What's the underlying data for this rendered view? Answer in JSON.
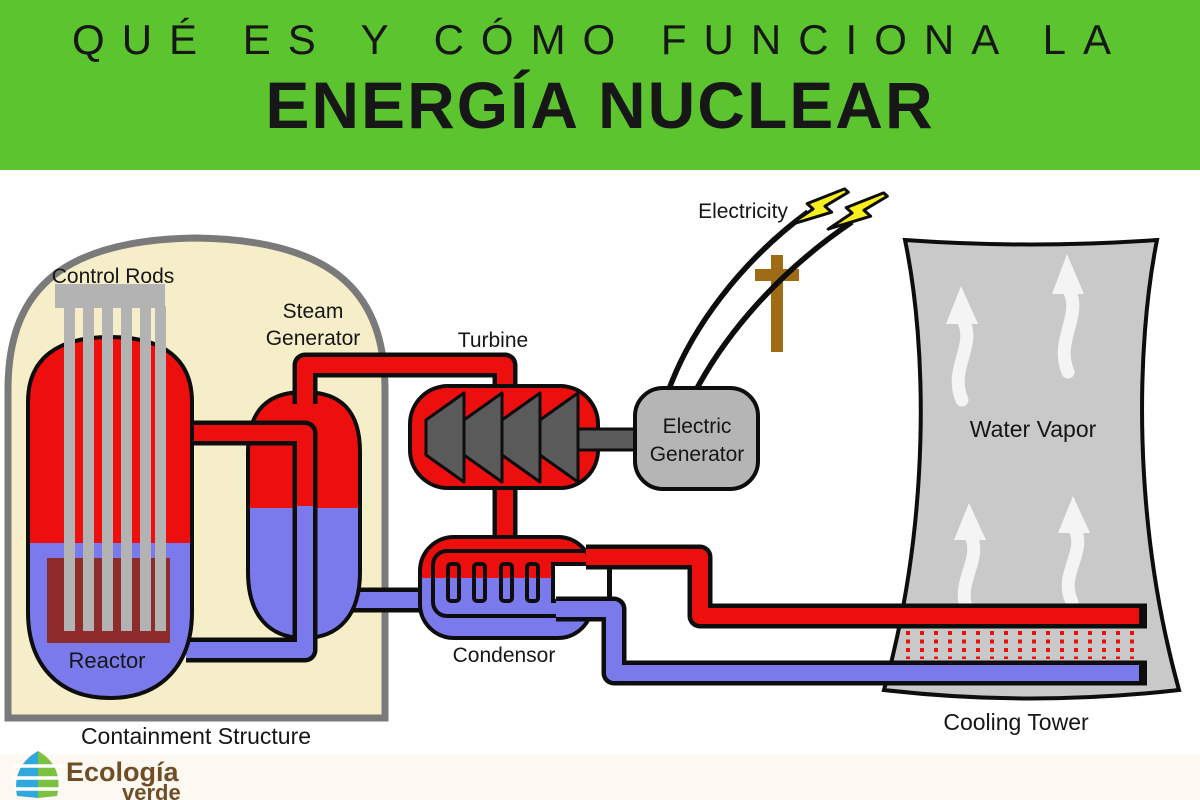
{
  "header": {
    "line1": "QUÉ ES Y CÓMO FUNCIONA LA",
    "line2": "ENERGÍA NUCLEAR",
    "background": "#5bc42e",
    "text_color": "#171717"
  },
  "diagram": {
    "labels": {
      "control_rods": "Control Rods",
      "steam_generator_line1": "Steam",
      "steam_generator_line2": "Generator",
      "turbine": "Turbine",
      "electricity": "Electricity",
      "electric_generator_line1": "Electric",
      "electric_generator_line2": "Generator",
      "water_vapor": "Water Vapor",
      "reactor": "Reactor",
      "condensor": "Condensor",
      "containment_structure": "Containment Structure",
      "cooling_tower": "Cooling Tower"
    },
    "colors": {
      "hot_loop_red": "#ed0e0e",
      "cold_loop_blue": "#7b7aec",
      "containment_fill": "#f6eec8",
      "containment_border": "#7a7a7a",
      "rods_gray": "#b3b3b3",
      "reactor_core": "#8e2c2c",
      "turbine_blades": "#5a5a5a",
      "tower_gray": "#c9c9c9",
      "generator_gray": "#b5b5b5",
      "lightning_yellow": "#f8ef1c",
      "pole_brown": "#a06b15",
      "outline_black": "#0d0d0d"
    }
  },
  "logo": {
    "line1": "Ecología",
    "line2": "verde",
    "text_color": "#6f4e27",
    "leaf_blue": "#2fa8dd",
    "leaf_green": "#7cc142"
  }
}
